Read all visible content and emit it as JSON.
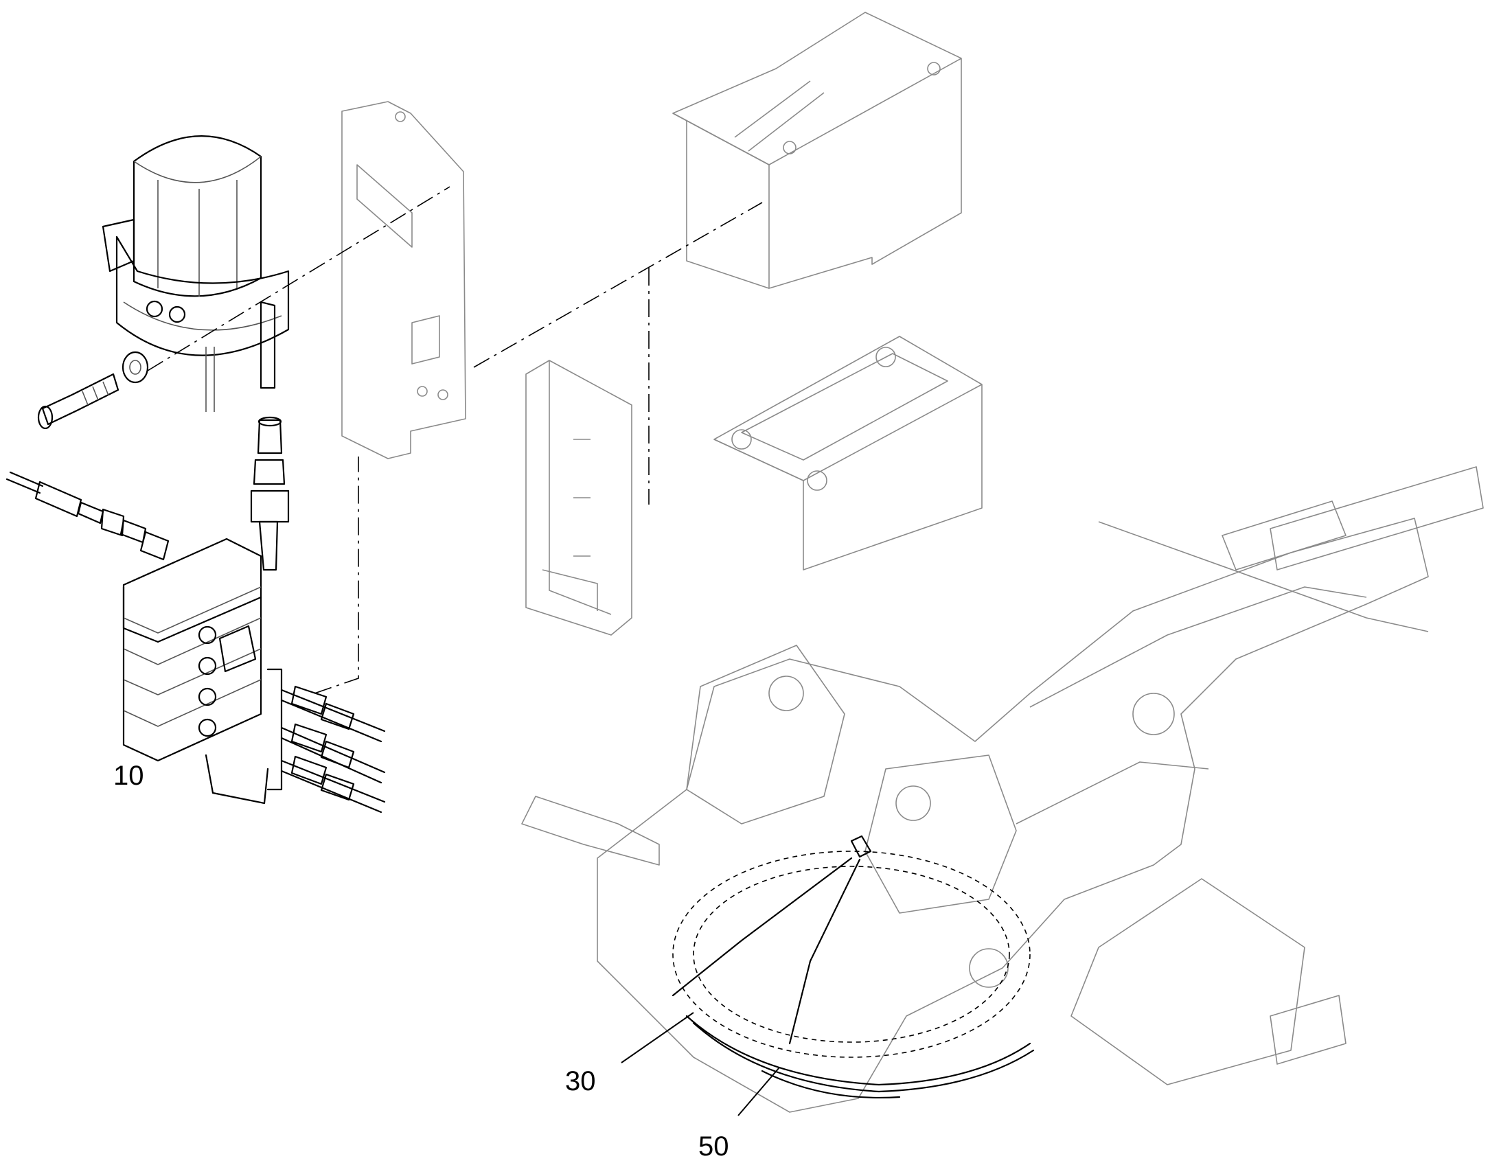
{
  "callouts": {
    "item_10": "10",
    "item_30": "30",
    "item_50": "50"
  },
  "colors": {
    "line": "#000000",
    "ghost_line": "#8a8a8a",
    "background": "#ffffff"
  }
}
